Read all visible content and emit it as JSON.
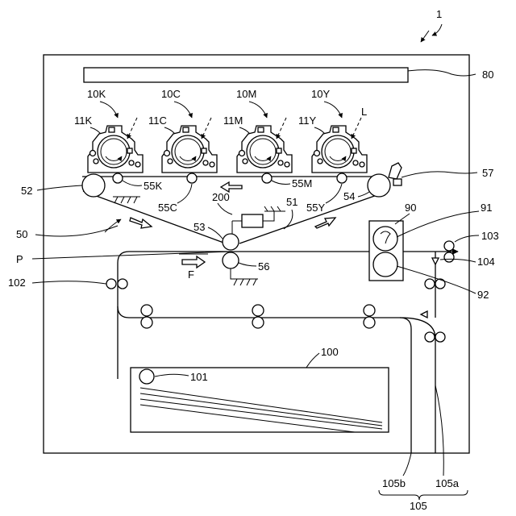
{
  "labels": {
    "device": "1",
    "scanner": "80",
    "station_k": "10K",
    "station_c": "10C",
    "station_m": "10M",
    "station_y": "10Y",
    "drum_k": "11K",
    "drum_c": "11C",
    "drum_m": "11M",
    "drum_y": "11Y",
    "laser": "L",
    "belt_roller_left": "52",
    "primary_k": "55K",
    "primary_c": "55C",
    "primary_m": "55M",
    "primary_y": "55Y",
    "belt_roller_right": "54",
    "belt_cleaner": "57",
    "controller": "200",
    "belt": "51",
    "secondary_backup": "53",
    "secondary_roller": "56",
    "belt_unit": "50",
    "paper": "P",
    "feed_dir": "F",
    "fuser": "90",
    "fuser_heat": "91",
    "fuser_press": "92",
    "exit_roller": "103",
    "sensor": "104",
    "reg_roller": "102",
    "tray": "100",
    "pickup": "101",
    "path_b": "105b",
    "path_a": "105a",
    "duplex": "105"
  }
}
